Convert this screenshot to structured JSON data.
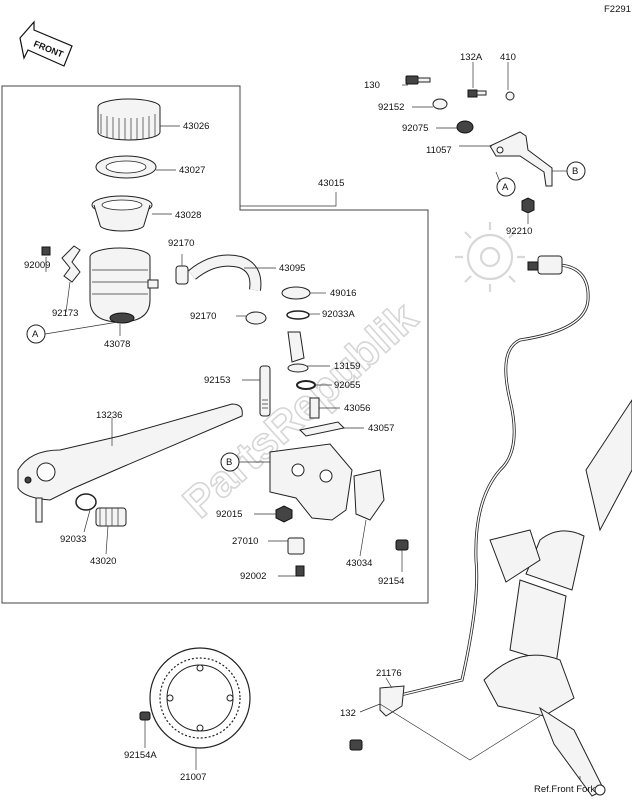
{
  "diagram_code": "F2291",
  "front_label": "FRONT",
  "ref_label": "Ref.Front Fork",
  "watermark_text": "PartsRepublik",
  "callouts": {
    "A": "A",
    "B": "B"
  },
  "parts": {
    "p130": "130",
    "p132a": "132A",
    "p410": "410",
    "p92152": "92152",
    "p92075": "92075",
    "p11057": "11057",
    "p92210": "92210",
    "p43026": "43026",
    "p43027": "43027",
    "p43028": "43028",
    "p92009": "92009",
    "p92170a": "92170",
    "p92173": "92173",
    "p43078": "43078",
    "p43015": "43015",
    "p43095": "43095",
    "p49016": "49016",
    "p92170b": "92170",
    "p92033a": "92033A",
    "p13159": "13159",
    "p92153": "92153",
    "p92055": "92055",
    "p43056": "43056",
    "p43057": "43057",
    "p13236": "13236",
    "p92015": "92015",
    "p27010": "27010",
    "p92002": "92002",
    "p43034": "43034",
    "p92154": "92154",
    "p92033": "92033",
    "p43020": "43020",
    "p21176": "21176",
    "p132": "132",
    "p92154a": "92154A",
    "p21007": "21007"
  }
}
